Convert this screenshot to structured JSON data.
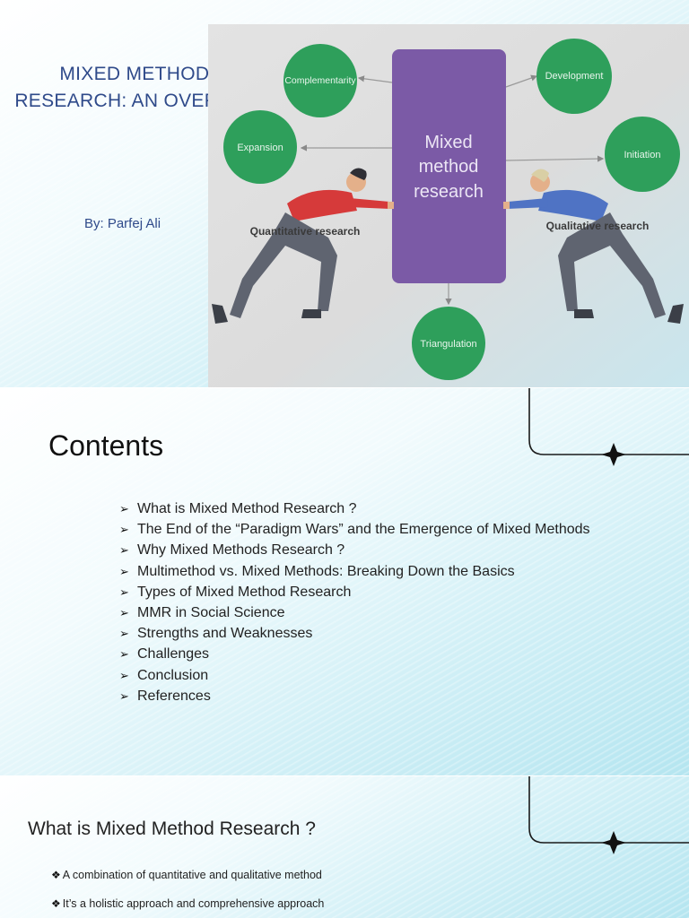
{
  "slide1": {
    "title_line1": "MIXED METHODS",
    "title_line2": "RESEARCH: AN OVERVIEW",
    "author": "By: Parfej Ali",
    "graphic": {
      "center": [
        "Mixed",
        "method",
        "research"
      ],
      "nodes": {
        "complementarity": "Complementarity",
        "development": "Development",
        "expansion": "Expansion",
        "initiation": "Initiation",
        "triangulation": "Triangulation"
      },
      "left_label": "Quantitative research",
      "right_label": "Qualitative research",
      "colors": {
        "center": "#7b5aa6",
        "node": "#2e9f5b",
        "left_shirt": "#d63a3a",
        "right_shirt": "#4f73c4"
      }
    }
  },
  "slide2": {
    "heading": "Contents",
    "bullet_glyph": "➢",
    "items": [
      "What is Mixed Method Research ?",
      "The End of the “Paradigm Wars” and the Emergence of Mixed Methods",
      "Why Mixed Methods Research ?",
      "Multimethod vs. Mixed Methods: Breaking Down the Basics",
      "Types of Mixed Method Research",
      "MMR in Social Science",
      "Strengths and Weaknesses",
      "Challenges",
      "Conclusion",
      "References"
    ]
  },
  "slide3": {
    "heading": "What is Mixed Method Research ?",
    "bullet_glyph": "❖",
    "bullets": [
      "A combination of quantitative and qualitative method",
      "It’s a holistic approach and comprehensive approach"
    ]
  }
}
